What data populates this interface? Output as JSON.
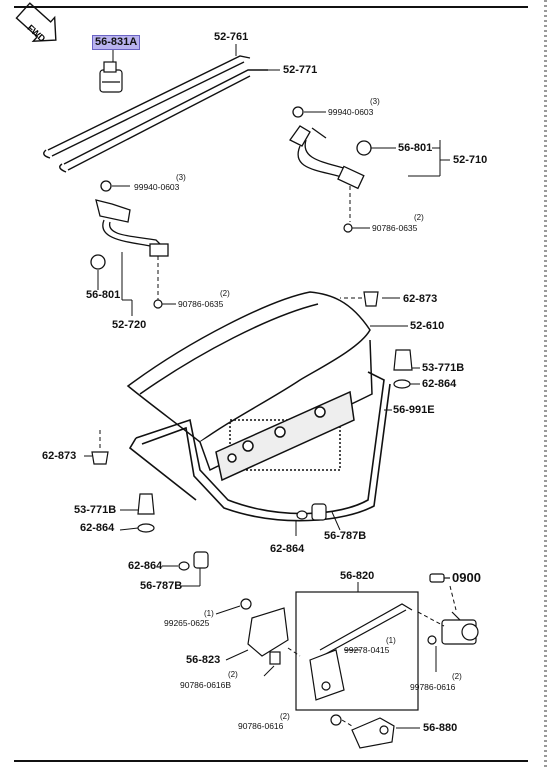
{
  "parts": {
    "p56_831A": "56-831A",
    "p52_761": "52-761",
    "p52_771": "52-771",
    "p99940_0603_a": "99940-0603",
    "qty_99940_a": "(3)",
    "p56_801_a": "56-801",
    "p52_710": "52-710",
    "p99940_0603_b": "99940-0603",
    "qty_99940_b": "(3)",
    "p90786_0635_a": "90786-0635",
    "qty_90786_a": "(2)",
    "p56_801_b": "56-801",
    "p90786_0635_b": "90786-0635",
    "qty_90786_b": "(2)",
    "p52_720": "52-720",
    "p62_873_a": "62-873",
    "p52_610": "52-610",
    "p53_771B_a": "53-771B",
    "p62_864_a": "62-864",
    "p56_991E": "56-991E",
    "p62_873_b": "62-873",
    "p53_771B_b": "53-771B",
    "p62_864_b": "62-864",
    "p56_787B_a": "56-787B",
    "p62_864_c": "62-864",
    "p62_864_d": "62-864",
    "p56_787B_b": "56-787B",
    "p56_820": "56-820",
    "p0900": "0900",
    "p99265_0625": "99265-0625",
    "qty_99265": "(1)",
    "p99278_0415": "99278-0415",
    "qty_99278": "(1)",
    "p56_823": "56-823",
    "p90786_0616B": "90786-0616B",
    "qty_90786_0616B": "(2)",
    "p99786_0616": "99786-0616",
    "qty_99786": "(2)",
    "p90786_0616": "90786-0616",
    "qty_90786_0616": "(2)",
    "p56_880": "56-880"
  },
  "direction": {
    "fwd": "FWD"
  },
  "colors": {
    "highlight": "#b9b3ef",
    "ink": "#111111"
  }
}
